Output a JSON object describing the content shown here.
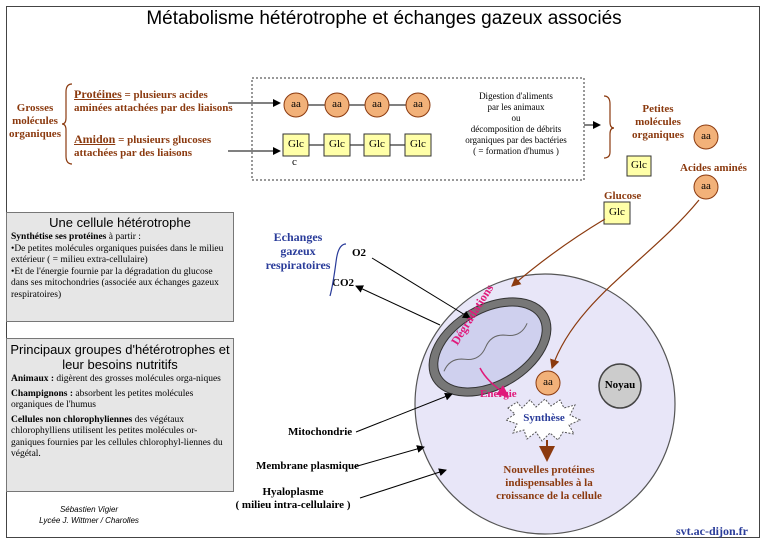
{
  "title": "Métabolisme hétérotrophe et échanges gazeux associés",
  "grosses": "Grosses\nmolécules\norganiques",
  "proteines_head": "Protéines",
  "proteines_rest": " = plusieurs acides aminées attachées par des liaisons",
  "amidon_head": "Amidon",
  "amidon_rest": " = plusieurs glucoses attachées par des liaisons",
  "aa": "aa",
  "glc": "Glc",
  "c_label": "c",
  "digestion": "Digestion d'aliments\npar les animaux\nou\ndécomposition de débrits\norganiques  par des bactéries\n( = formation d'humus )",
  "petites": "Petites\nmolécules\norganiques",
  "acides_amines": "Acides aminés",
  "glucose": "Glucose",
  "echanges": "Echanges\ngazeux\nrespiratoires",
  "o2": "O2",
  "co2": "CO2",
  "cellule": {
    "title": "Une cellule hétérotrophe",
    "line1_head": "Synthétise ses protéines",
    "line1_rest": " à partir :",
    "line2": "•De petites molécules organiques puisées dans le milieu extérieur ( = milieu extra-cellulaire)",
    "line3": "•Et de l'énergie fournie par la dégradation du glucose dans ses mitochondries (associée aux échanges gazeux respiratoires)"
  },
  "groupes": {
    "title": "Principaux groupes d'hétérotrophes et leur besoins nutritifs",
    "animaux_head": "Animaux :",
    "animaux_rest": " digèrent des grosses molécules orga-niques",
    "champ_head": "Champignons :",
    "champ_rest": " absorbent les petites molécules organiques de l'humus",
    "cell_head": "Cellules non chlorophyliennes",
    "cell_rest": " des végétaux chlorophylliens utilisent les petites molécules or-ganiques fournies par les cellules chlorophyl-liennes du végétal."
  },
  "degradations": "Dégradations",
  "energie": "Energie",
  "synthese": "Synthèse",
  "noyau": "Noyau",
  "nouvelles": "Nouvelles protéines\nindispensables à la\ncroissance de la cellule",
  "mitochondrie": "Mitochondrie",
  "membrane": "Membrane plasmique",
  "hyaloplasme": "Hyaloplasme\n( milieu intra-cellulaire )",
  "credit1": "Sébastien Vigier",
  "credit2": "Lycée J. Wittmer / Charolles",
  "site": "svt.ac-dijon.fr"
}
